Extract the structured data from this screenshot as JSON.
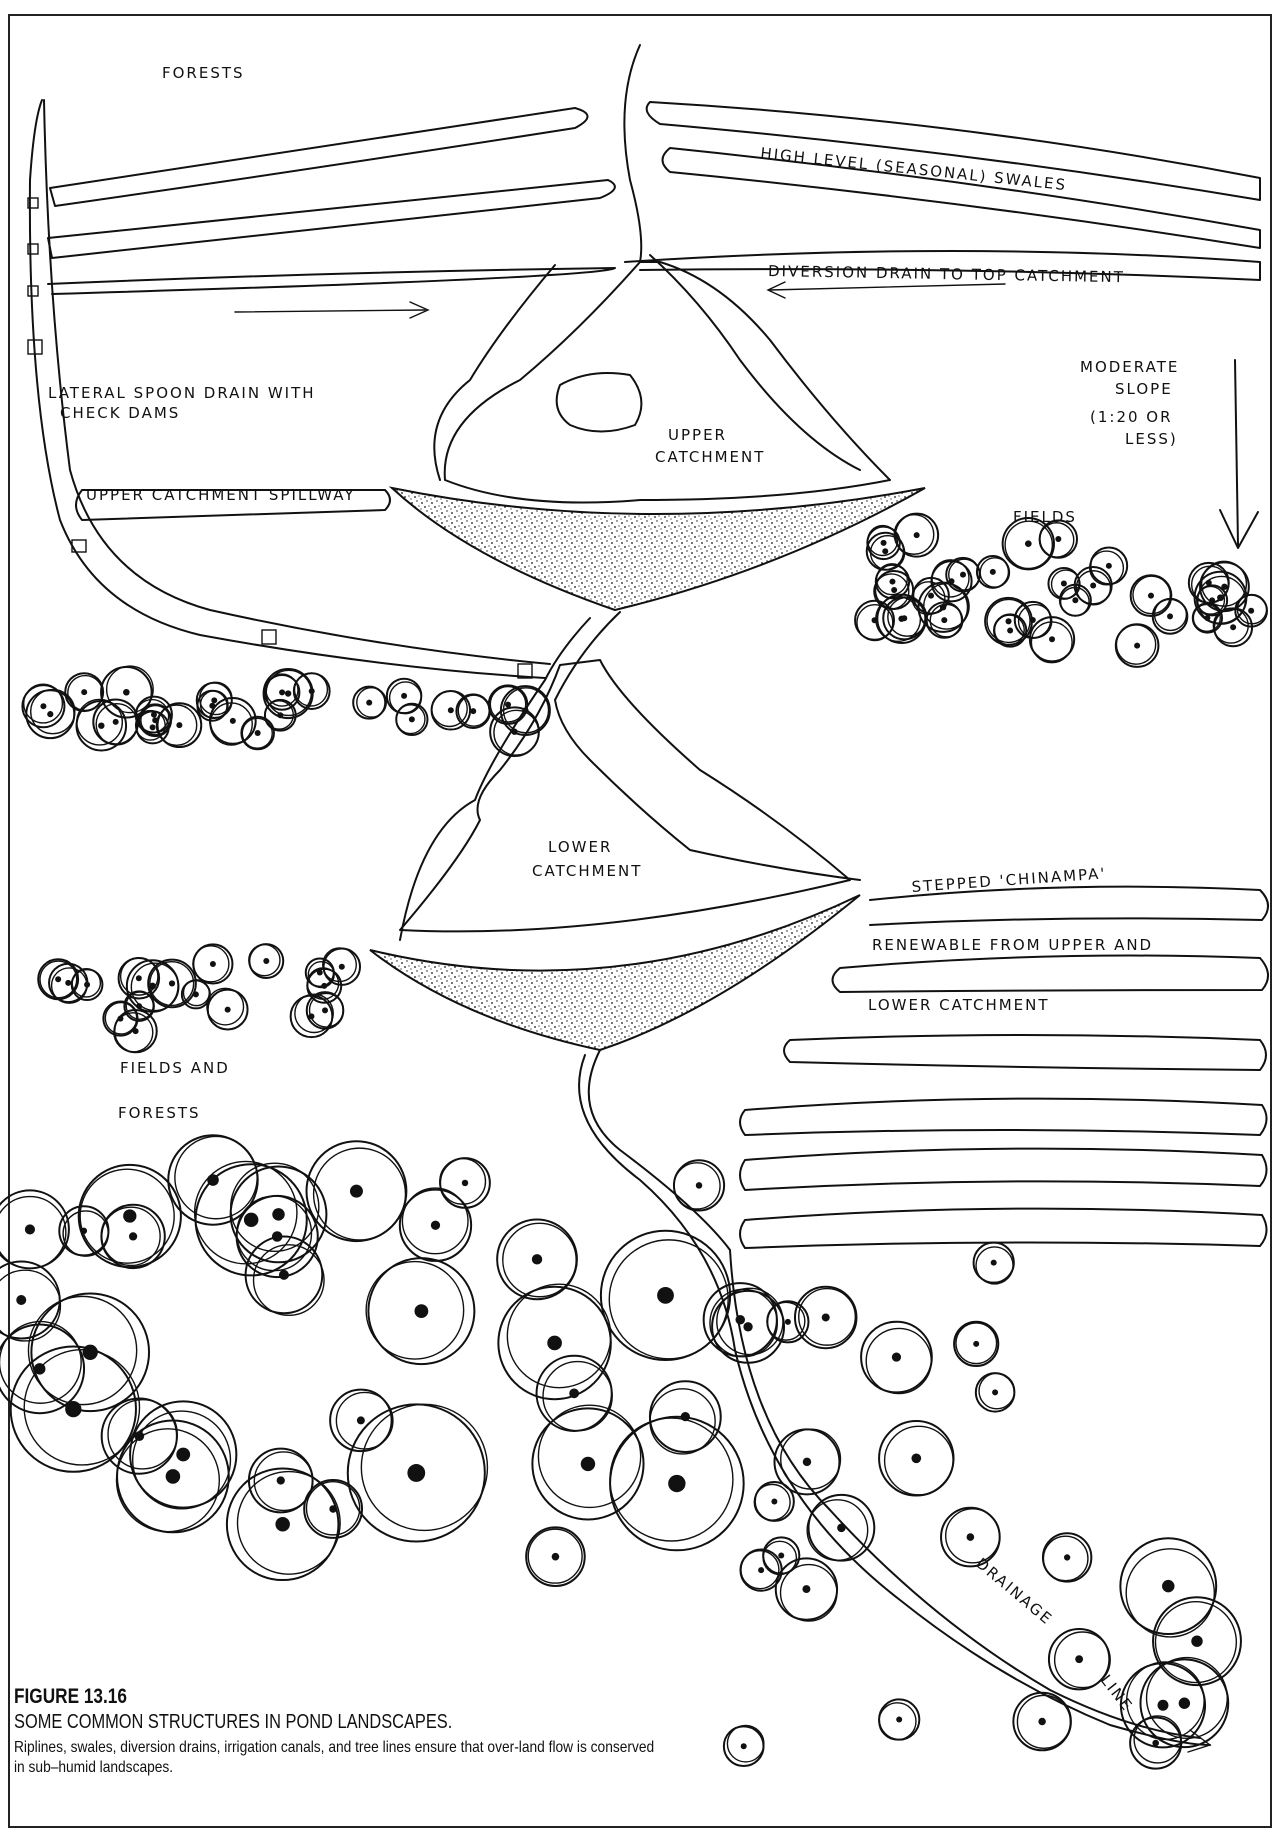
{
  "labels": {
    "forests_top": "FORESTS",
    "swales": "HIGH LEVEL (SEASONAL) SWALES",
    "diversion": "DIVERSION DRAIN TO TOP CATCHMENT",
    "slope1": "MODERATE",
    "slope2": "SLOPE",
    "slope3": "(1:20 OR",
    "slope4": "LESS)",
    "spoon1": "LATERAL SPOON DRAIN WITH",
    "spoon2": "CHECK DAMS",
    "upper1": "UPPER",
    "upper2": "CATCHMENT",
    "spillway": "UPPER CATCHMENT SPILLWAY",
    "fields": "FIELDS",
    "lower1": "LOWER",
    "lower2": "CATCHMENT",
    "chinampa1": "STEPPED 'CHINAMPA'",
    "chinampa2": "RENEWABLE FROM UPPER AND",
    "chinampa3": "LOWER CATCHMENT",
    "fieldsforests1": "FIELDS AND",
    "fieldsforests2": "FORESTS",
    "drainage1": "DRAINAGE",
    "drainage2": "LINE"
  },
  "caption": {
    "figure": "FIGURE 13.16",
    "title": "SOME COMMON STRUCTURES IN POND LANDSCAPES.",
    "body": "Riplines, swales, diversion drains, irrigation canals, and tree lines ensure that over-land flow is conserved in sub–humid landscapes."
  }
}
